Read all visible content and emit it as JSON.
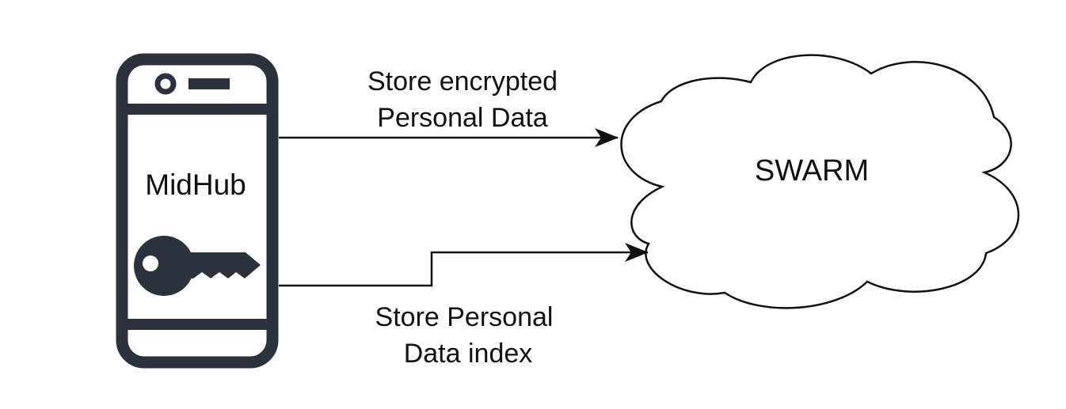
{
  "device": {
    "label": "MidHub",
    "icons": [
      "smartphone-icon",
      "key-icon"
    ]
  },
  "storage": {
    "label": "SWARM",
    "icon": "cloud-icon"
  },
  "edges": [
    {
      "from": "MidHub",
      "to": "SWARM",
      "label_line1": "Store encrypted",
      "label_line2": "Personal Data"
    },
    {
      "from": "MidHub",
      "to": "SWARM",
      "label_line1": "Store Personal",
      "label_line2": "Data index"
    }
  ],
  "colors": {
    "device": "#2b323d",
    "line": "#111111",
    "background": "#ffffff"
  }
}
